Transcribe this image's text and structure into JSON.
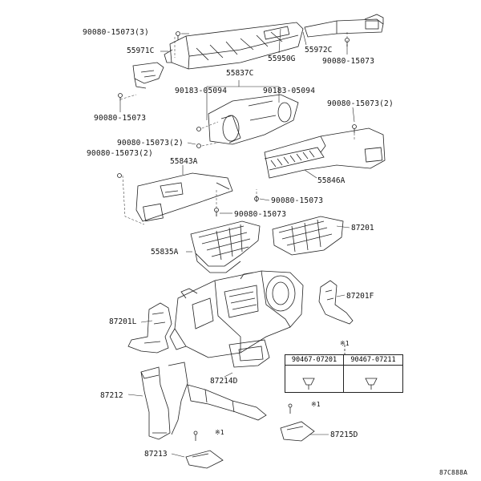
{
  "labels": {
    "l_90080_3": "90080-15073(3)",
    "l_55971c": "55971C",
    "l_55950g": "55950G",
    "l_55972c": "55972C",
    "l_90080_r1": "90080-15073",
    "l_90080_l1": "90080-15073",
    "l_55837c": "55837C",
    "l_90183_a": "90183-05094",
    "l_90183_b": "90183-05094",
    "l_90080_2a": "90080-15073(2)",
    "l_90080_2b": "90080-15073(2)",
    "l_90080_2c": "90080-15073(2)",
    "l_55843a": "55843A",
    "l_55846a": "55846A",
    "l_90080_m1": "90080-15073",
    "l_90080_m2": "90080-15073",
    "l_87201": "87201",
    "l_55835a": "55835A",
    "l_87201f": "87201F",
    "l_87201l": "87201L",
    "l_87214d": "87214D",
    "l_87212": "87212",
    "l_87215d": "87215D",
    "l_87213": "87213",
    "l_ref": "87C888A"
  },
  "table": {
    "note_mark": "※1",
    "col1": "90467-07201",
    "col2": "90467-07211"
  },
  "marks": {
    "m1": "※1",
    "m2": "※1"
  }
}
